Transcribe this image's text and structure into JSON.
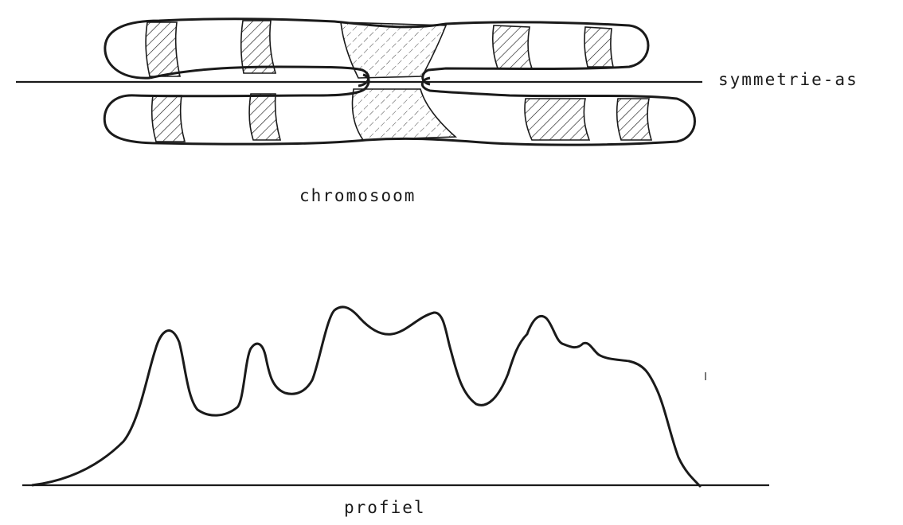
{
  "labels": {
    "symmetry_axis": "symmetrie-as",
    "chromosome": "chromosoom",
    "profile": "profiel"
  },
  "colors": {
    "ink": "#1a1a1a",
    "background": "#ffffff"
  }
}
